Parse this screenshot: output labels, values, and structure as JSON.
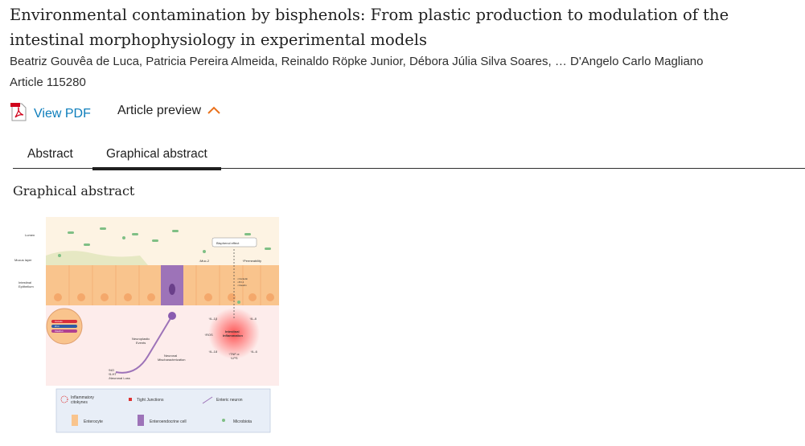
{
  "article": {
    "title": "Environmental contamination by bisphenols: From plastic production to modulation of the intestinal morphophysiology in experimental models",
    "authors": "Beatriz Gouvêa de Luca, Patricia Pereira Almeida, Reinaldo Röpke Junior, Débora Júlia Silva Soares, … D'Angelo Carlo Magliano",
    "article_number": "Article 115280"
  },
  "actions": {
    "view_pdf": "View PDF",
    "pdf_icon_text": "PDF",
    "article_preview": "Article preview"
  },
  "tabs": [
    {
      "label": "Abstract",
      "active": false
    },
    {
      "label": "Graphical abstract",
      "active": true
    }
  ],
  "section_title": "Graphical abstract",
  "figure": {
    "layers": {
      "lumen": "Lumen",
      "mucus": "Mucus layer",
      "epi1": "Intestinal",
      "epi2": "Epithelium"
    },
    "bisphenol": "Bisphenol effect",
    "muc": "↓Muc-2",
    "perm": "↑Permeability",
    "tj1": "↓Occludin",
    "tj2": "↓ZO-1",
    "tj3": "↓Claudin",
    "inflam1": "Intestinal",
    "inflam2": "Inflammation",
    "il1b": "↑IL-1β",
    "il8": "↑IL-8",
    "ros": "↑ROS",
    "il18": "↑IL-18",
    "il6": "↑IL-6",
    "tnf": "↑TNF-α",
    "lps": "↑LPS",
    "neuro1": "Neuroplastic",
    "neuro2": "Events",
    "mis1": "Neuronal",
    "mis2": "Mischaracterization",
    "no": "↑NO",
    "ht": "↑5-HT",
    "loss": "↓Neuronal Loss",
    "circle": [
      "Occludin",
      "ZO-1",
      "Claudin-1"
    ],
    "legend": {
      "cyto1": "Inflammatory",
      "cyto2": "citokynes",
      "tj": "Tight Junctions",
      "neuron": "Enteric neuron",
      "enterocyte": "Enterocyte",
      "entero": "Enteroendocrine cell",
      "micro": "Microbiota"
    }
  },
  "colors": {
    "link": "#0c7dbb",
    "accent": "#e9711c"
  }
}
